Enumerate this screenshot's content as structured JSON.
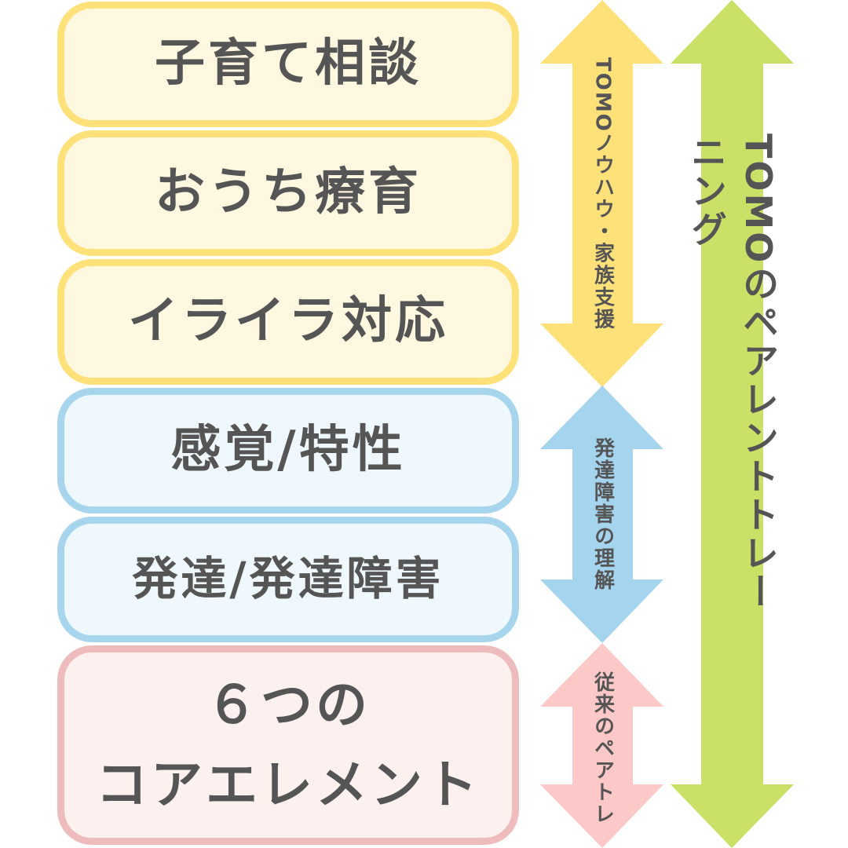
{
  "boxes": [
    {
      "label": "子育て相談",
      "group": "yellow"
    },
    {
      "label": "おうち療育",
      "group": "yellow"
    },
    {
      "label": "イライラ対応",
      "group": "yellow"
    },
    {
      "label": "感覚/特性",
      "group": "blue"
    },
    {
      "label": "発達/発達障害",
      "group": "blue"
    },
    {
      "label_line1": "６つの",
      "label_line2": "コアエレメント",
      "group": "pink"
    }
  ],
  "arrows": {
    "tomo_knowhow": {
      "label": "TOMOノウハウ・家族支援",
      "color": "#ffe17a"
    },
    "developmental": {
      "label": "発達障害の理解",
      "color": "#a5d4ee"
    },
    "conventional": {
      "label": "従来のペアトレ",
      "color": "#fdc8c8"
    },
    "overall": {
      "label": "TOMOのペアレントトレーニング",
      "color": "#c9e166"
    }
  },
  "colors": {
    "yellow_fill": "#fff8e1",
    "yellow_border": "#ffe17a",
    "blue_fill": "#eef8fd",
    "blue_border": "#a7d5ee",
    "pink_fill": "#fdf1f0",
    "pink_border": "#eebcbc",
    "text": "#555555"
  }
}
